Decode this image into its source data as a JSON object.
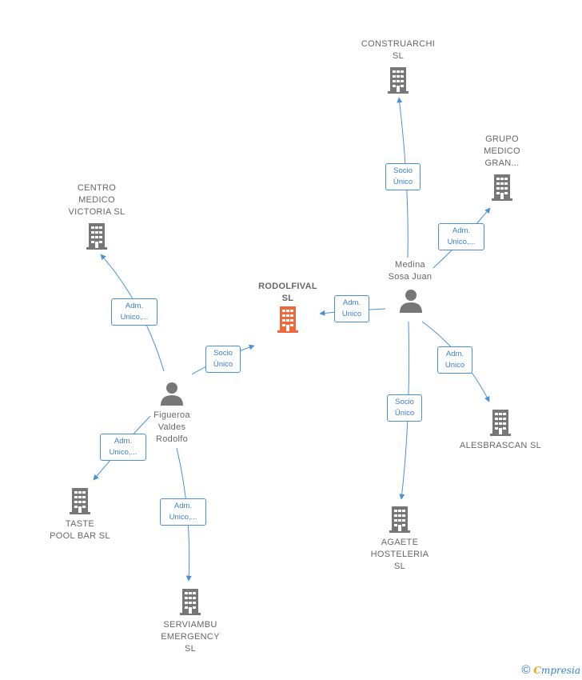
{
  "nodes": {
    "rodolfival": {
      "label": "RODOLFIVAL\nSL",
      "type": "company-main",
      "color": "#ee6a3b"
    },
    "construarchi": {
      "label": "CONSTRUARCHI\nSL",
      "type": "company"
    },
    "grupo_medico": {
      "label": "GRUPO\nMEDICO\nGRAN...",
      "type": "company"
    },
    "centro_medico": {
      "label": "CENTRO\nMEDICO\nVICTORIA  SL",
      "type": "company"
    },
    "medina": {
      "label": "Medina\nSosa Juan",
      "type": "person"
    },
    "figueroa": {
      "label": "Figueroa\nValdes\nRodolfo",
      "type": "person"
    },
    "alesbrascan": {
      "label": "ALESBRASCAN SL",
      "type": "company"
    },
    "agaete": {
      "label": "AGAETE\nHOSTELERIA\nSL",
      "type": "company"
    },
    "taste": {
      "label": "TASTE\nPOOL BAR  SL",
      "type": "company"
    },
    "serviambu": {
      "label": "SERVIAMBU\nEMERGENCY\nSL",
      "type": "company"
    }
  },
  "relations": {
    "medina_construarchi": "Socio\nÚnico",
    "medina_grupo": "Adm.\nUnico,...",
    "medina_rodolfival": "Adm.\nUnico",
    "medina_alesbrascan": "Adm.\nUnico",
    "medina_agaete": "Socio\nÚnico",
    "figueroa_centro": "Adm.\nUnico,...",
    "figueroa_rodolfival": "Socio\nÚnico",
    "figueroa_taste": "Adm.\nUnico,...",
    "figueroa_serviambu": "Adm.\nUnico,..."
  },
  "colors": {
    "edge": "#4a90d9",
    "company": "#777777",
    "main": "#ee6a3b",
    "person": "#777777"
  },
  "footer": {
    "copyright": "©",
    "brand_e": "C",
    "brand_rest": "mpresia"
  }
}
